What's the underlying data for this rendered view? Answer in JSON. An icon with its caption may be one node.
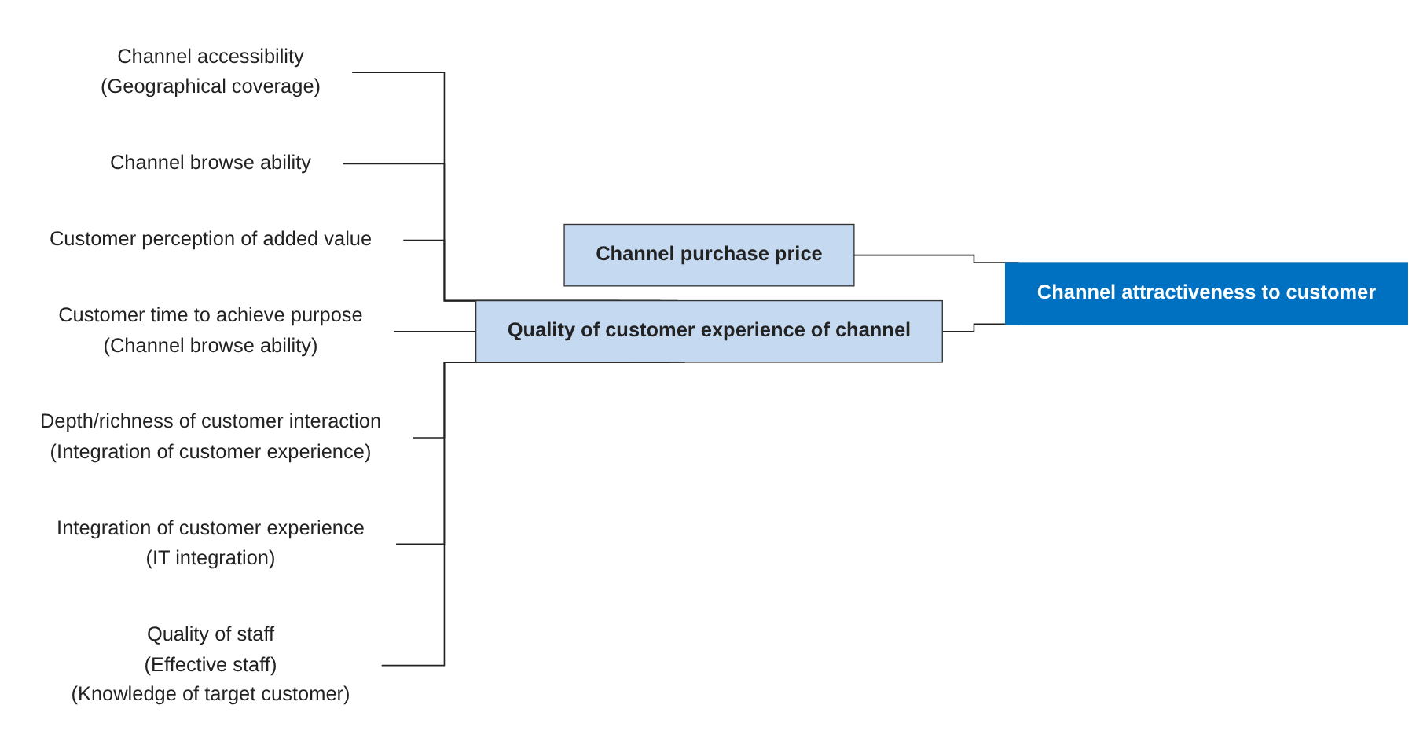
{
  "diagram": {
    "nodes": [
      {
        "text": [
          "Channel accessibility",
          "(Geographical coverage)"
        ]
      },
      {
        "text": [
          "Channel browse ability"
        ]
      },
      {
        "text": [
          "Customer perception of added value"
        ]
      },
      {
        "text": [
          "Customer time to achieve purpose",
          "(Channel browse ability)"
        ]
      },
      {
        "text": [
          "Depth/richness of customer interaction",
          "(Integration of customer experience)"
        ]
      },
      {
        "text": [
          "Integration of customer experience",
          "(IT integration)"
        ]
      },
      {
        "text": [
          "Quality of staff",
          "(Effective staff)",
          "(Knowledge of target customer)"
        ]
      },
      {
        "text": [
          "Channel purchase price"
        ]
      },
      {
        "text": [
          "Quality of customer experience of channel"
        ]
      },
      {
        "text": [
          "Channel attractiveness to customer"
        ]
      }
    ],
    "edges": [
      {
        "from": 0,
        "to": 8,
        "arrow": "none"
      },
      {
        "from": 1,
        "to": 8,
        "arrow": "none"
      },
      {
        "from": 2,
        "to": 8,
        "arrow": "none"
      },
      {
        "from": 3,
        "to": 8,
        "arrow": "none"
      },
      {
        "from": 4,
        "to": 8,
        "arrow": "none"
      },
      {
        "from": 5,
        "to": 8,
        "arrow": "none"
      },
      {
        "from": 6,
        "to": 8,
        "arrow": "none"
      },
      {
        "from": 7,
        "to": 9,
        "arrow": "none"
      },
      {
        "from": 8,
        "to": 9,
        "arrow": "none"
      }
    ]
  }
}
